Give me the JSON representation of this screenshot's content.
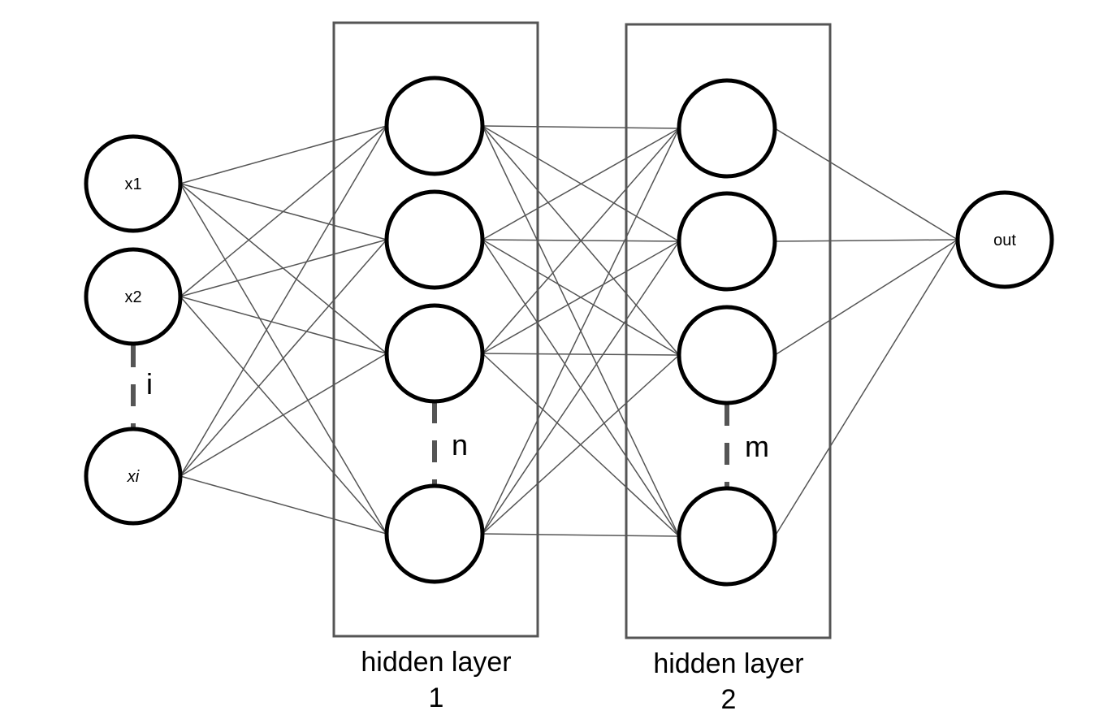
{
  "inputs": {
    "labels": [
      "x1",
      "x2",
      "xi"
    ],
    "count_symbol": "i"
  },
  "hidden_layer_1": {
    "label_line1": "hidden layer",
    "label_line2": "1",
    "count_symbol": "n"
  },
  "hidden_layer_2": {
    "label_line1": "hidden layer",
    "label_line2": "2",
    "count_symbol": "m"
  },
  "output": {
    "label": "out"
  },
  "colors": {
    "node_stroke": "#000000",
    "edge": "#555555",
    "box": "#555555"
  }
}
